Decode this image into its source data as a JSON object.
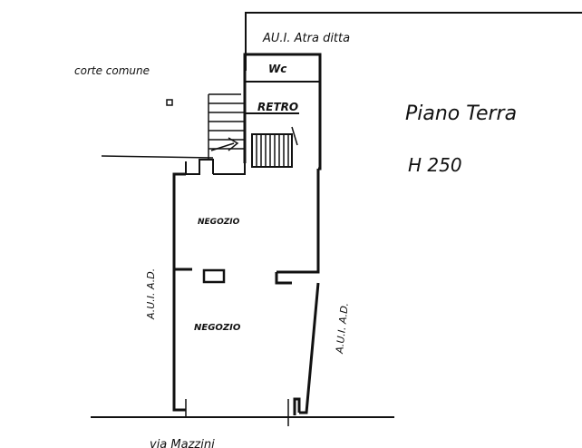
{
  "labels": {
    "neighbor_top": "AU.I. Atra ditta",
    "corte": "corte comune",
    "wc": "Wc",
    "retro": "RETRO",
    "negozio_upper": "NEGOZIO",
    "negozio_lower": "NEGOZIO",
    "neighbor_left": "A.U.I. A.D.",
    "neighbor_right": "A.U.I. A.D.",
    "street": "via Mazzini"
  },
  "title": {
    "floor": "Piano Terra",
    "height": "H 250"
  },
  "colors": {
    "ink": "#111111",
    "paper": "#ffffff"
  }
}
